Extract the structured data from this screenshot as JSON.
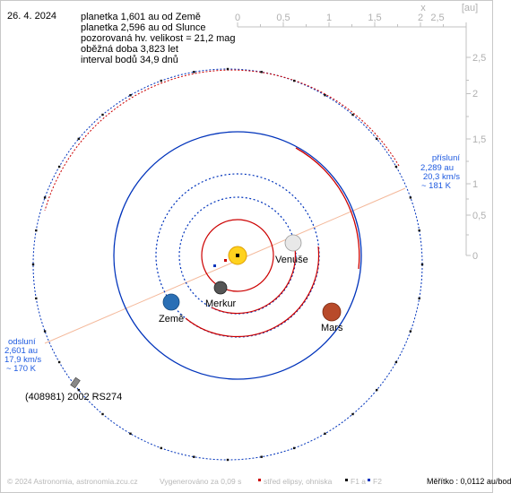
{
  "date": "26. 4. 2024",
  "info_lines": [
    "planetka 1,601 au od Země",
    "planetka 2,596 au od Slunce",
    "pozorovaná hv. velikost = 21,2 mag",
    "oběžná doba 3,823 let",
    "interval bodů 34,9 dnů"
  ],
  "axes": {
    "x_ticks": [
      "0",
      "0,5",
      "1",
      "1,5",
      "2",
      "2,5"
    ],
    "x_label": "x",
    "unit_label": "[au]",
    "y_ticks": [
      "2,5",
      "2",
      "1,5",
      "1",
      "0,5",
      "0"
    ]
  },
  "bodies": {
    "venus": "Venuše",
    "mercury": "Merkur",
    "earth": "Země",
    "mars": "Mars",
    "asteroid": "(408981) 2002 RS274"
  },
  "perihelion": {
    "title": "přísluní",
    "dist": "2,289 au",
    "speed": "20,3 km/s",
    "temp": "~ 181 K"
  },
  "aphelion": {
    "title": "odsluní",
    "dist": "2,601 au",
    "speed": "17,9 km/s",
    "temp": "~ 170 K"
  },
  "footer": {
    "copyright": "© 2024 Astronomia, astronomia.zcu.cz",
    "generated": "Vygenerováno za 0,09 s",
    "center_legend": "střed elipsy, ohniska",
    "f1_legend": "F1 a",
    "f2_legend": "F2",
    "scale": "Měřítko : 0,0112 au/bod"
  },
  "colors": {
    "orbit_red": "#cc0000",
    "orbit_blue": "#0033bb",
    "axis_gray": "#c0c0c0",
    "apsis_line": "#f4b89a",
    "apsis_text": "#1e5ae0",
    "sun": "#ffd21e"
  }
}
